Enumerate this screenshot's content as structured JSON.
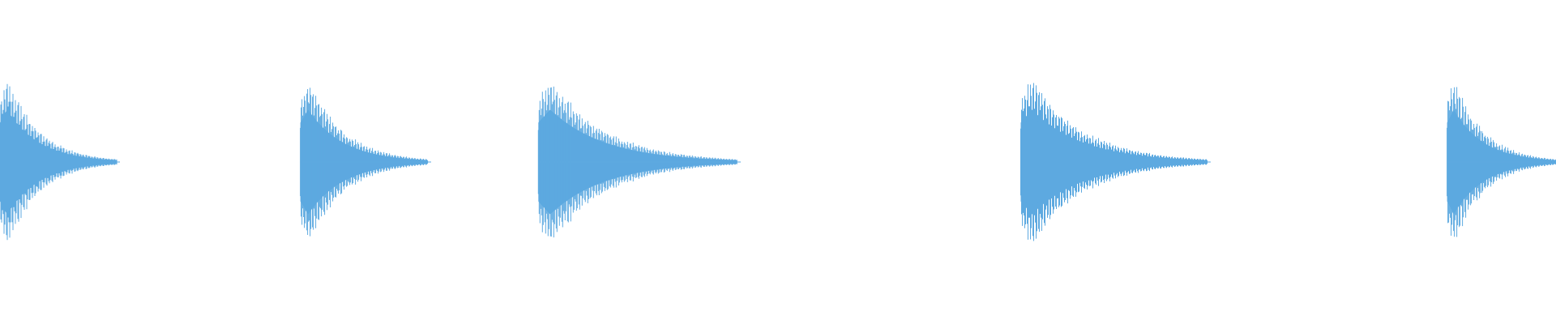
{
  "colors": {
    "background": "#ffffff",
    "waveform": "#5DA9E0"
  },
  "waveform": {
    "bursts": [
      {
        "start": 0.0,
        "decay_end": 0.075
      },
      {
        "start": 0.193,
        "decay_end": 0.275
      },
      {
        "start": 0.346,
        "decay_end": 0.474
      },
      {
        "start": 0.656,
        "decay_end": 0.776
      },
      {
        "start": 0.93,
        "decay_end": 1.0
      }
    ],
    "peak_amplitude": 1.0
  }
}
